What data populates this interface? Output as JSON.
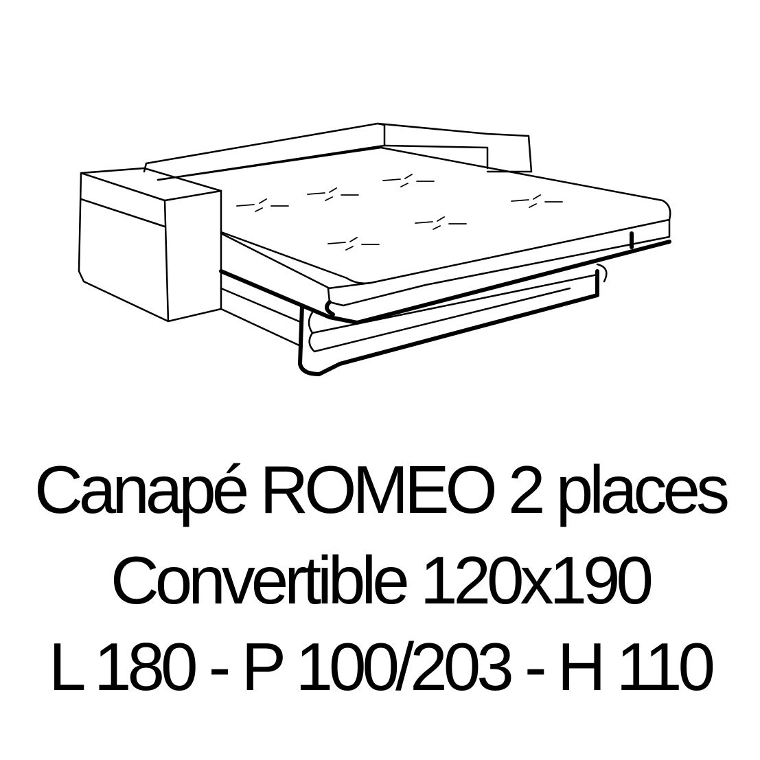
{
  "product": {
    "title_line": "Canapé  ROMEO 2 places",
    "type_line": "Convertible 120x190",
    "dimensions_line": "L 180 - P 100/203 - H 110"
  },
  "colors": {
    "ink": "#000000",
    "background": "#ffffff"
  }
}
